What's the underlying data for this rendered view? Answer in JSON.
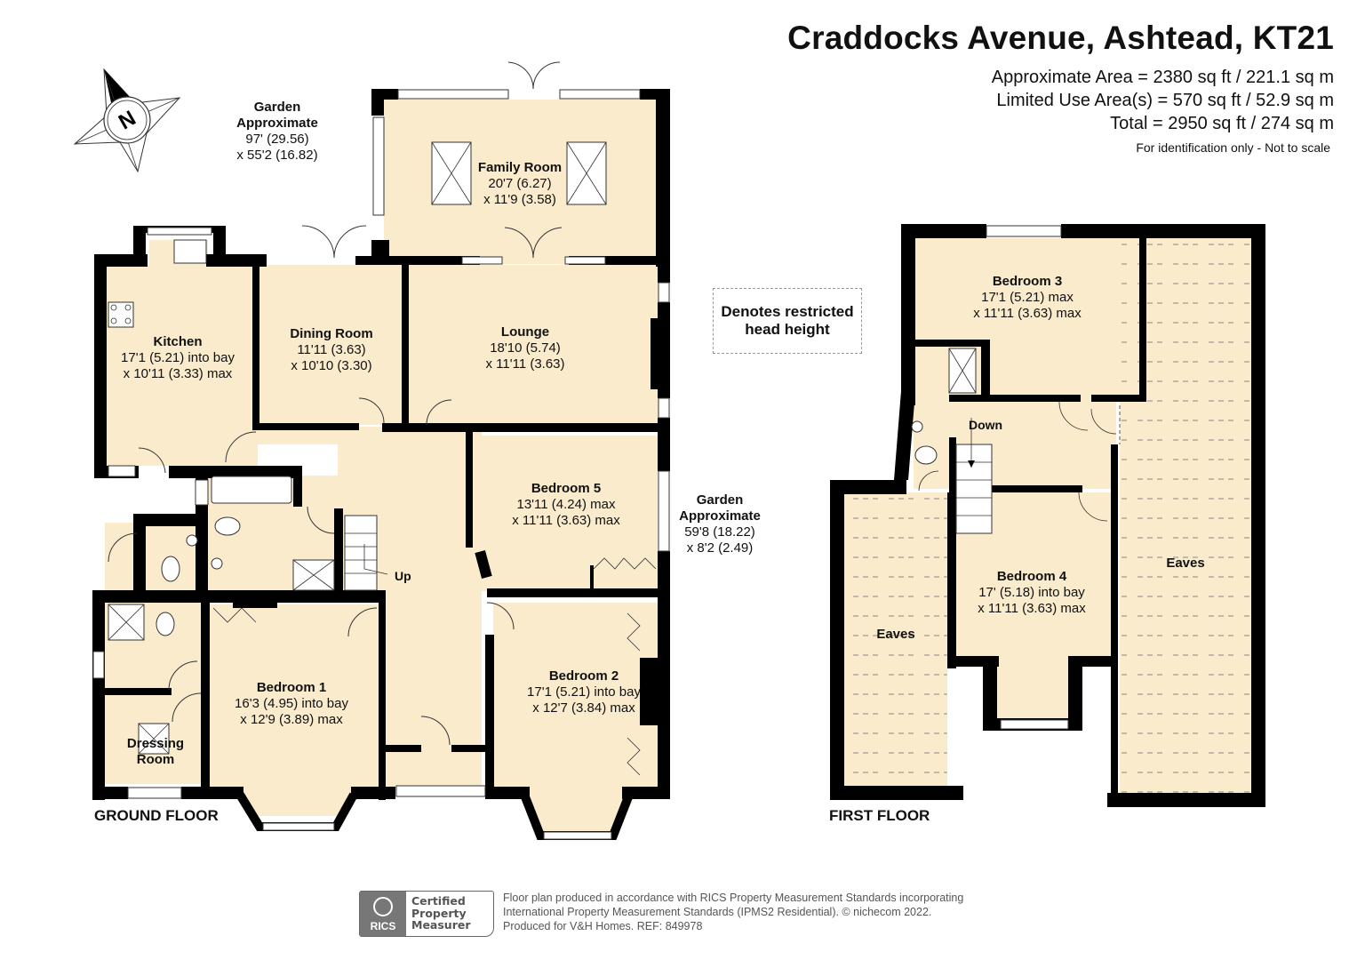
{
  "header": {
    "title": "Craddocks Avenue, Ashtead, KT21",
    "approximate_area": "Approximate Area = 2380 sq ft / 221.1 sq m",
    "limited_use_area": "Limited Use Area(s) = 570 sq ft / 52.9 sq m",
    "total": "Total = 2950 sq ft / 274 sq m",
    "disclaimer": "For identification only - Not to scale"
  },
  "compass": {
    "icon": "compass-north-icon",
    "letter": "N"
  },
  "colors": {
    "room_fill": "#FAEBCD",
    "wall": "#000000",
    "window": "#FFFFFF",
    "text": "#111111",
    "footer_text": "#555555"
  },
  "ground_floor": {
    "label": "GROUND FLOOR",
    "rooms": [
      {
        "name": "Family Room",
        "dim1": "20'7 (6.27)",
        "dim2": "x 11'9 (3.58)"
      },
      {
        "name": "Kitchen",
        "dim1": "17'1 (5.21) into bay",
        "dim2": "x 10'11 (3.33) max"
      },
      {
        "name": "Dining Room",
        "dim1": "11'11 (3.63)",
        "dim2": "x 10'10 (3.30)"
      },
      {
        "name": "Lounge",
        "dim1": "18'10 (5.74)",
        "dim2": "x 11'11 (3.63)"
      },
      {
        "name": "Bedroom 5",
        "dim1": "13'11 (4.24) max",
        "dim2": "x 11'11 (3.63) max"
      },
      {
        "name": "Bedroom 1",
        "dim1": "16'3 (4.95) into bay",
        "dim2": "x 12'9 (3.89) max"
      },
      {
        "name": "Bedroom 2",
        "dim1": "17'1 (5.21) into bay",
        "dim2": "x 12'7 (3.84) max"
      },
      {
        "name": "Dressing",
        "dim1": "Room",
        "dim2": ""
      }
    ],
    "stairs_label": "Up",
    "gardens": [
      {
        "name": "Garden",
        "sub": "Approximate",
        "dim1": "97' (29.56)",
        "dim2": "x 55'2 (16.82)"
      },
      {
        "name": "Garden",
        "sub": "Approximate",
        "dim1": "59'8 (18.22)",
        "dim2": "x 8'2 (2.49)"
      }
    ]
  },
  "first_floor": {
    "label": "FIRST FLOOR",
    "rooms": [
      {
        "name": "Bedroom 3",
        "dim1": "17'1 (5.21) max",
        "dim2": "x 11'11 (3.63) max"
      },
      {
        "name": "Bedroom 4",
        "dim1": "17' (5.18) into bay",
        "dim2": "x 11'11 (3.63) max"
      },
      {
        "name": "Eaves"
      },
      {
        "name": "Eaves"
      }
    ],
    "stairs_label": "Down"
  },
  "legend": {
    "restricted_line1": "Denotes restricted",
    "restricted_line2": "head height"
  },
  "footer": {
    "badge_org": "RICS",
    "badge_line1": "Certified",
    "badge_line2": "Property",
    "badge_line3": "Measurer",
    "line1": "Floor plan produced in accordance with RICS Property Measurement Standards incorporating",
    "line2": "International Property Measurement Standards (IPMS2 Residential).   © nichecom 2022.",
    "line3": "Produced for V&H Homes.   REF:  849978"
  }
}
